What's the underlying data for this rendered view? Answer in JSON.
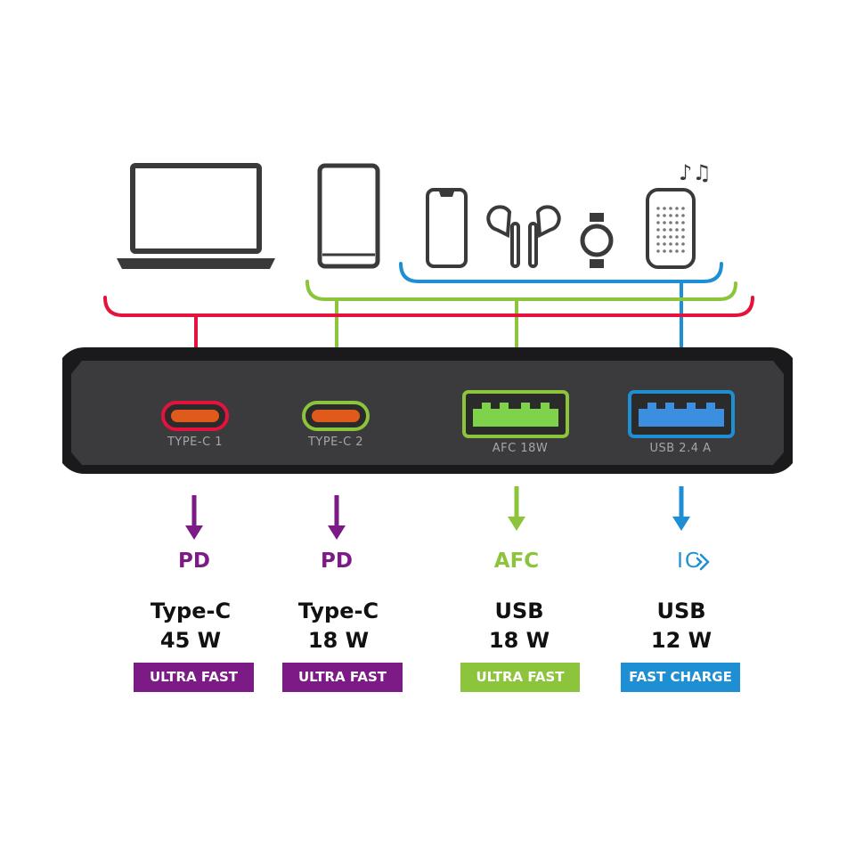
{
  "colors": {
    "red": "#e4133d",
    "green": "#8cc43c",
    "blue": "#1e8fd3",
    "purple": "#7c1a86",
    "device_outline": "#3a3a3a",
    "charger_body": "#3b3b3d"
  },
  "devices": [
    {
      "icon": "laptop-icon"
    },
    {
      "icon": "tablet-icon"
    },
    {
      "icon": "smartphone-icon"
    },
    {
      "icon": "earbuds-icon"
    },
    {
      "icon": "smartwatch-icon"
    },
    {
      "icon": "smart-speaker-icon"
    },
    {
      "icon": "music-notes-icon"
    }
  ],
  "ports": [
    {
      "label": "TYPE-C 1",
      "protocol": "PD",
      "connector": "Type-C",
      "power": "45 W",
      "speed": "ULTRA FAST",
      "color": "#e4133d",
      "protocol_color": "#7c1a86",
      "badge_color": "#7c1a86"
    },
    {
      "label": "TYPE-C 2",
      "protocol": "PD",
      "connector": "Type-C",
      "power": "18 W",
      "speed": "ULTRA FAST",
      "color": "#8cc43c",
      "protocol_color": "#7c1a86",
      "badge_color": "#7c1a86"
    },
    {
      "label": "AFC 18W",
      "protocol": "AFC",
      "connector": "USB",
      "power": "18 W",
      "speed": "ULTRA FAST",
      "color": "#8cc43c",
      "protocol_color": "#8cc43c",
      "badge_color": "#8cc43c"
    },
    {
      "label": "USB 2.4 A",
      "protocol": "IC",
      "protocol_icon": "ic-chevron-logo-icon",
      "connector": "USB",
      "power": "12 W",
      "speed": "FAST CHARGE",
      "color": "#1e8fd3",
      "protocol_color": "#1e8fd3",
      "badge_color": "#1e8fd3"
    }
  ]
}
